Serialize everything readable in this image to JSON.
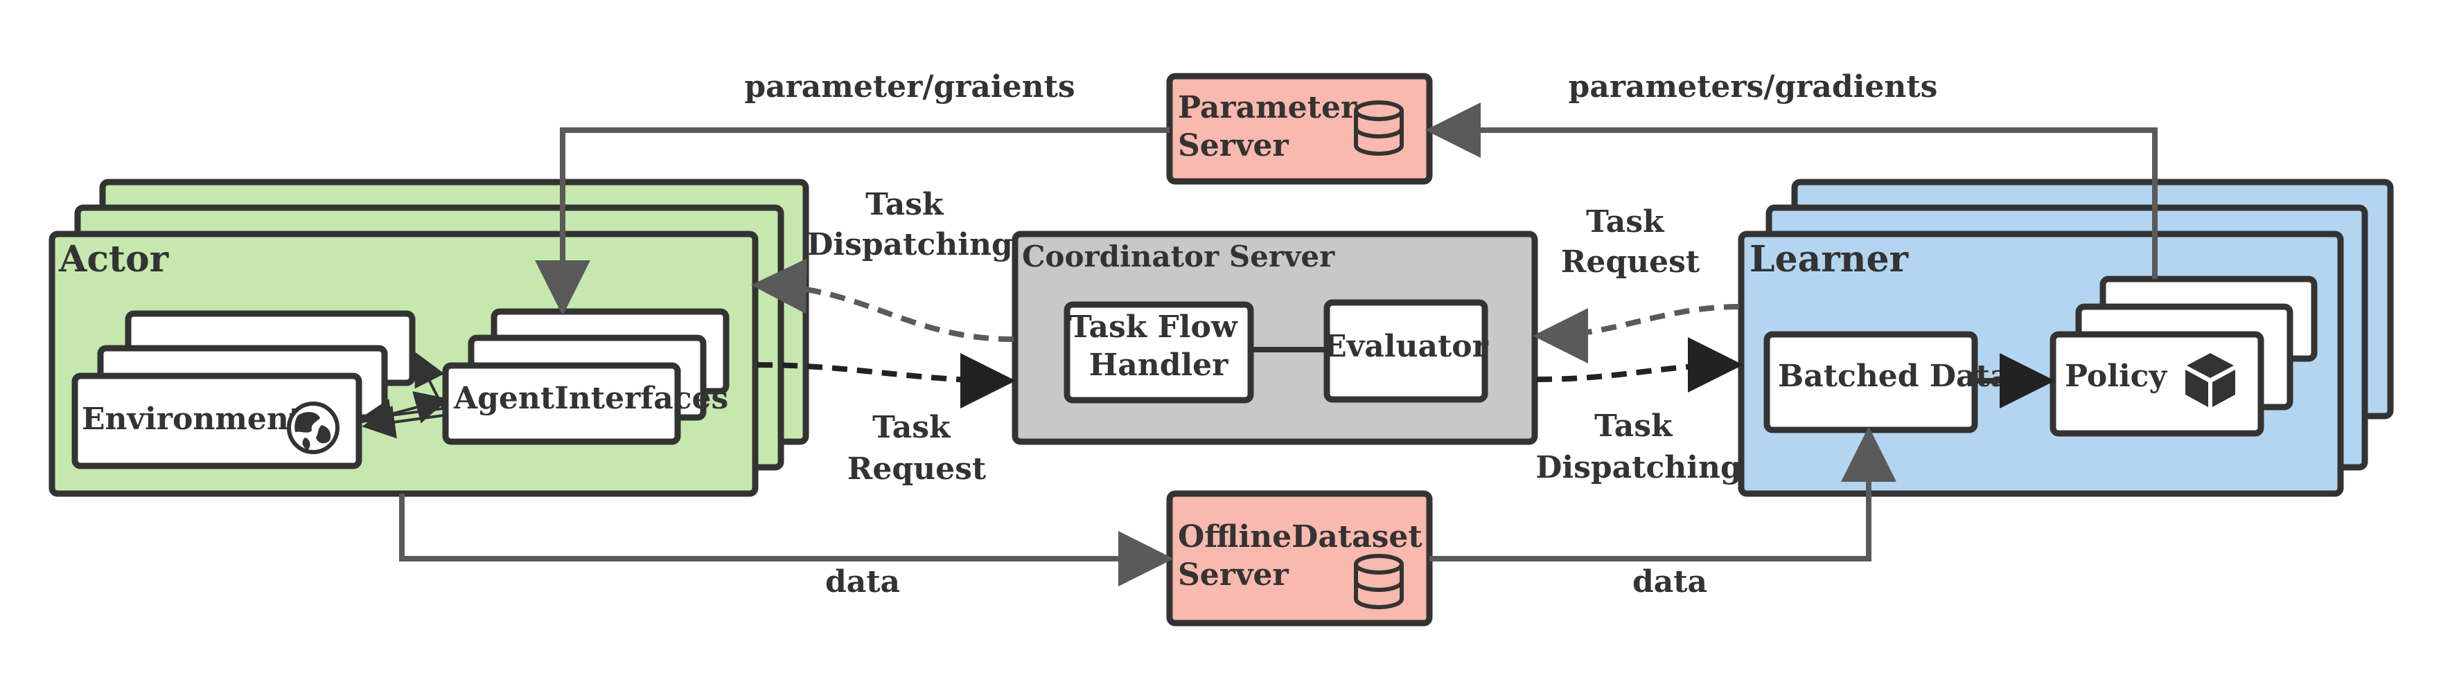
{
  "colors": {
    "actor_fill": "#c6e8ae",
    "learner_fill": "#b3d5f0",
    "coordinator_fill": "#c8c8c8",
    "server_fill": "#f9b9ae",
    "stroke": "#333333",
    "arrow_gray": "#5a5a5a"
  },
  "actor": {
    "title": "Actor",
    "environment": "Environment",
    "agent_interfaces": "AgentInterfaces",
    "environment_icon": "globe-icon"
  },
  "learner": {
    "title": "Learner",
    "batched_data": "Batched Data",
    "policy": "Policy",
    "policy_icon": "cube-icon"
  },
  "coordinator": {
    "title": "Coordinator Server",
    "task_flow_handler": [
      "Task Flow",
      "Handler"
    ],
    "evaluator": "Evaluator"
  },
  "parameter_server": {
    "lines": [
      "Parameter",
      "Server"
    ],
    "icon": "database-icon"
  },
  "offline_dataset_server": {
    "lines": [
      "OfflineDataset",
      "Server"
    ],
    "icon": "database-icon"
  },
  "edges": {
    "parameter_left": "parameter/graients",
    "parameter_right": "parameters/gradients",
    "task_dispatching_left": [
      "Task",
      "Dispatching"
    ],
    "task_request_left": [
      "Task",
      "Request"
    ],
    "task_request_right": [
      "Task",
      "Request"
    ],
    "task_dispatching_right": [
      "Task",
      "Dispatching"
    ],
    "data_left": "data",
    "data_right": "data"
  }
}
